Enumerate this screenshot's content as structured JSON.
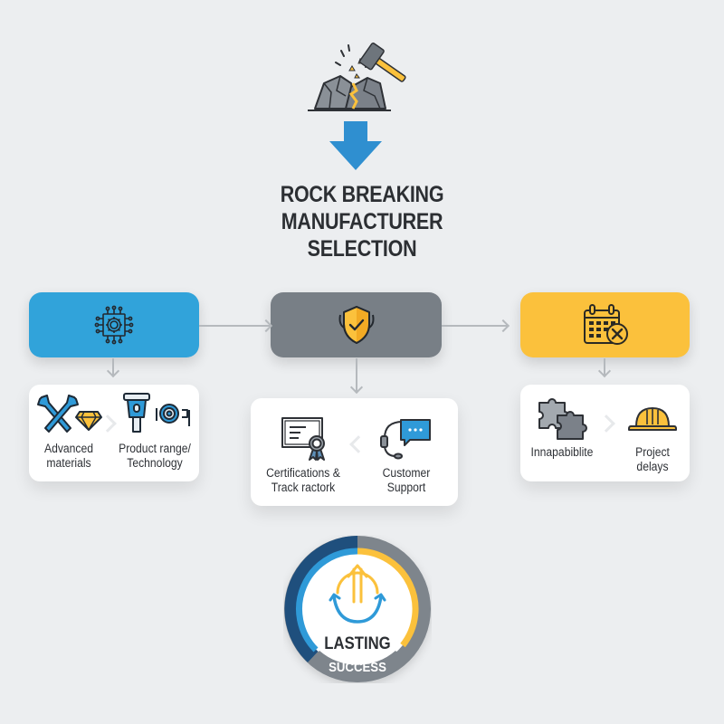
{
  "header": {
    "title_lines": [
      "ROCK BREAKING",
      "MANUFACTURER",
      "SELECTION"
    ],
    "hero_icon": "hammer-breaking-rock-icon",
    "arrow_icon": "arrow-down-icon"
  },
  "colors": {
    "background": "#eceef0",
    "blue": "#31a3da",
    "gray": "#787f86",
    "yellow": "#fbc13c",
    "navy": "#1f4f7d",
    "text": "#2c2f33"
  },
  "categories": [
    {
      "icon": "chip-gear-icon",
      "color": "#31a3da",
      "items": [
        {
          "icon": "wrench-tools-diamond-icon",
          "label_lines": [
            "Advanced",
            "materials"
          ]
        },
        {
          "icon": "breaker-hose-icon",
          "label_lines": [
            "Product range/",
            "Technology"
          ]
        }
      ]
    },
    {
      "icon": "shield-check-icon",
      "color": "#787f86",
      "items": [
        {
          "icon": "certificate-icon",
          "label_lines": [
            "Certifications &",
            "Track ractork"
          ]
        },
        {
          "icon": "headset-chat-icon",
          "label_lines": [
            "Customer",
            "Support"
          ]
        }
      ]
    },
    {
      "icon": "calendar-cancel-icon",
      "color": "#fbc13c",
      "items": [
        {
          "icon": "puzzle-icon",
          "label_lines": [
            "Innapabiblite"
          ]
        },
        {
          "icon": "hard-hat-icon",
          "label_lines": [
            "Project",
            "delays"
          ]
        }
      ]
    }
  ],
  "outcome": {
    "icon": "growth-cycle-arrows-icon",
    "line1": "LASTING",
    "line2": "SUCCESS"
  }
}
